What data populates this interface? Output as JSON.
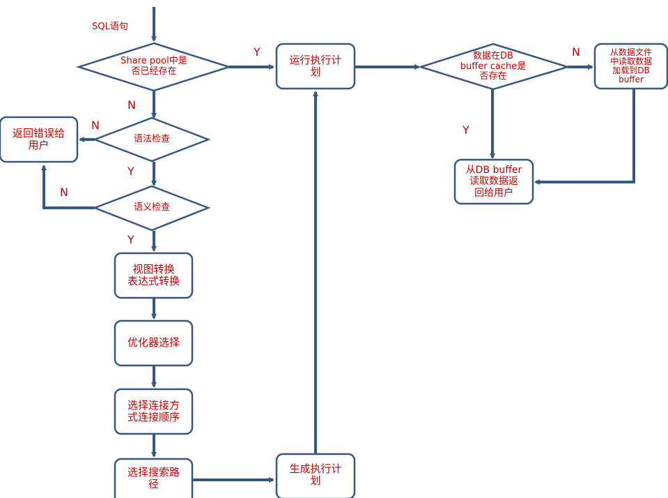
{
  "colors": {
    "edge": "#36577f",
    "fill": "#ffffff",
    "text": "#c00000"
  },
  "labels": {
    "sql_input": "SQL语句",
    "share_pool": "Share pool中是\n否已经存在",
    "syntax_check": "语法检查",
    "semantic_check": "语义检查",
    "return_error": "返回错误给\n用户",
    "view_transform": "视图转换\n表达式转换",
    "optimizer_select": "优化器选择",
    "join_select": "选择连接方\n式连接顺序",
    "search_path": "选择搜索路\n径",
    "generate_plan": "生成执行计\n划",
    "run_plan": "运行执行计\n划",
    "db_buffer_check": "数据在DB\nbuffer cache是\n否存在",
    "read_from_file": "从数据文件\n中读取数据\n加载到DB\nbuffer",
    "read_from_buffer": "从DB buffer\n读取数据返\n回给用户"
  },
  "edge_labels": {
    "share_yes": "Y",
    "share_no": "N",
    "syntax_no": "N",
    "syntax_yes": "Y",
    "semantic_no": "N",
    "semantic_yes": "Y",
    "buffer_no": "N",
    "buffer_yes": "Y"
  }
}
